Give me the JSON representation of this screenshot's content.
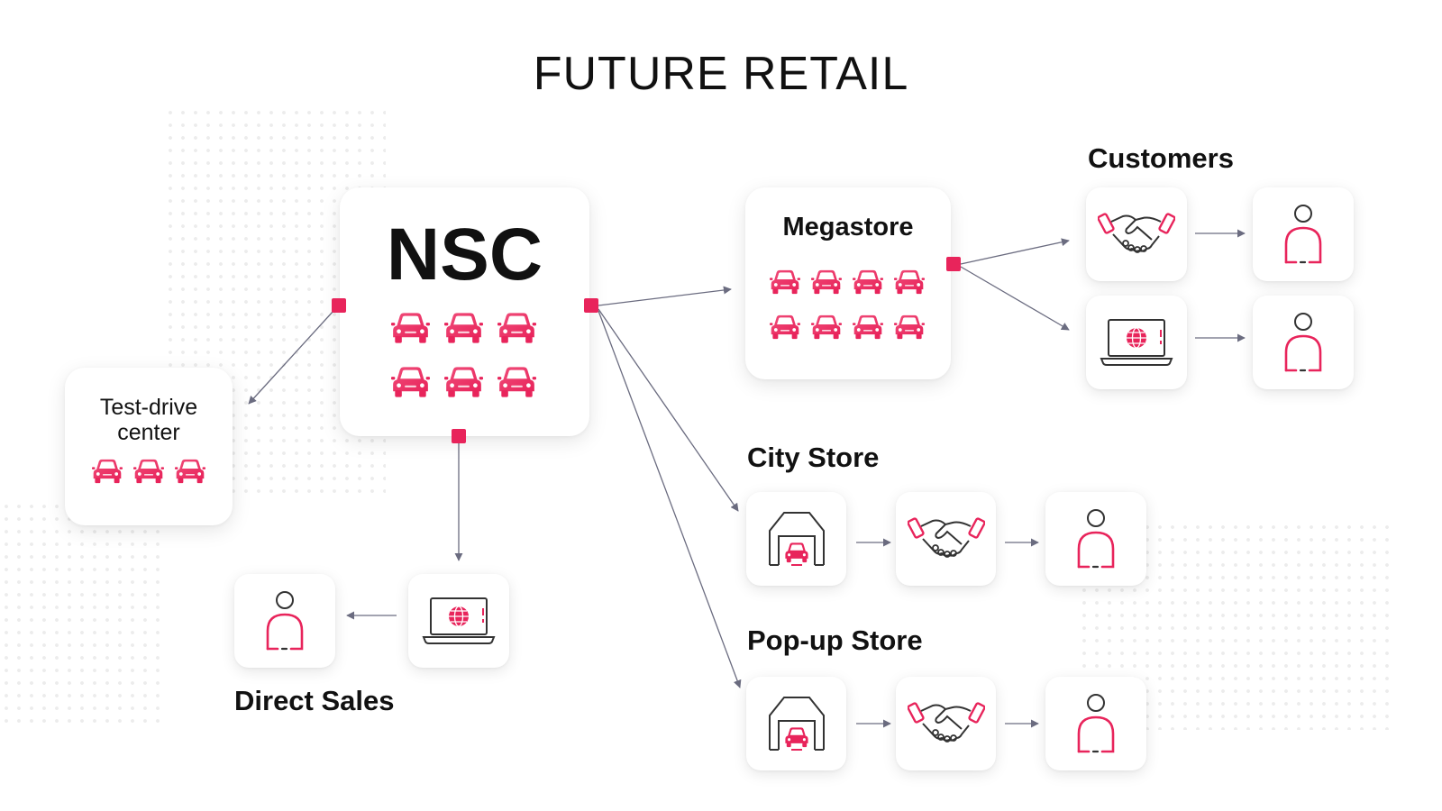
{
  "title": "FUTURE RETAIL",
  "nodes": {
    "nsc": "NSC",
    "megastore": "Megastore",
    "test_drive_line1": "Test-drive",
    "test_drive_line2": "center",
    "customers": "Customers",
    "city_store": "City Store",
    "popup_store": "Pop-up Store",
    "direct_sales": "Direct Sales"
  },
  "counts": {
    "nsc_cars": 6,
    "megastore_cars": 8,
    "test_drive_cars": 3
  },
  "colors": {
    "accent": "#e8245b",
    "accent_light": "#f04c79",
    "line": "#6b6c80",
    "text": "#111111"
  },
  "icons": [
    "car-icon",
    "handshake-icon",
    "laptop-globe-icon",
    "person-icon",
    "store-icon",
    "arrow-right-icon",
    "arrow-left-icon"
  ]
}
